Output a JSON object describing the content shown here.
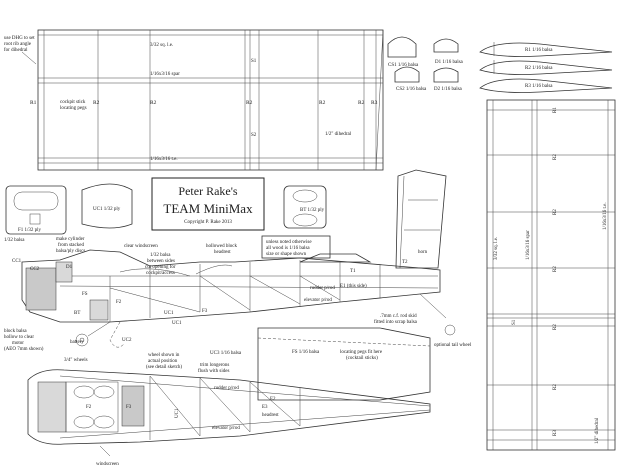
{
  "title": {
    "line1": "Peter Rake's",
    "line2": "TEAM MiniMax",
    "copyright": "Copyright P. Rake 2013"
  },
  "wing": {
    "dihedral_note_1": "use DHG to set",
    "dihedral_note_2": "root rib angle",
    "dihedral_note_3": "for dihedral",
    "le": "3/32 sq. l.e.",
    "spar": "1/16x3/16 spar",
    "te": "1/16x3/16 t.e.",
    "ribs": [
      "R1",
      "R2",
      "R2",
      "R2",
      "R2",
      "R2",
      "R3"
    ],
    "s1": "S1",
    "s2": "S2",
    "cockpit_note_1": "cockpit stick",
    "cockpit_note_2": "locating pegs",
    "dihedral": "1/2\" dihedral"
  },
  "parts": {
    "cs1": "CS1 1/16 balsa",
    "d1": "D1 1/16 balsa",
    "cs2": "CS2 1/16 balsa",
    "d2": "D2 1/16 balsa",
    "r1": "R1 1/16 balsa",
    "r2": "R2 1/16 balsa",
    "r3": "R3 1/16 balsa",
    "f1": "F1 1/32 ply",
    "uc1": "UC1 1/32 ply",
    "bt": "BT 1/32 ply"
  },
  "right_wing": {
    "le": "3/32 sq. l.e.",
    "spar": "1/16x3/16 spar",
    "te": "1/16x3/16 t.e.",
    "s1": "S1",
    "ribs": [
      "R1",
      "R2",
      "R2",
      "R2",
      "R2",
      "R2",
      "R3"
    ],
    "dihedral": "1/2\" dihedral"
  },
  "fuselage": {
    "balsa": "1/32 balsa",
    "cylinder_1": "make cylinder",
    "cylinder_2": "from stacked",
    "cylinder_3": "balsa/ply discs",
    "windscreen": "clear windscreen",
    "between_1": "1/32 balsa",
    "between_2": "between sides",
    "between_3": "cut opening for",
    "between_4": "cockpit/access",
    "hollowed_1": "hollowed block",
    "hollowed_2": "headrest",
    "unless_1": "unless noted otherwise",
    "unless_2": "all wood is 1/16 balsa",
    "unless_3": "size or shape shown",
    "horn": "horn",
    "t1": "T1",
    "t2": "T2",
    "cc1": "CC1",
    "cc2": "CC2",
    "d1": "D1",
    "fs": "FS",
    "f2": "F2",
    "f3": "F3",
    "bt": "BT",
    "uc1": "UC1",
    "uc1b": "UC1",
    "uc2": "UC2",
    "rudder_pivot": "rudder p/rod",
    "elevator_pivot": "elevator p/rod",
    "e1": "E1 (this side)",
    "block_1": "block balsa",
    "block_2": "hollow to clear",
    "block_3": "motor",
    "block_4": "(AEO 7mm shown)",
    "battery": "battery",
    "wheels": "3/4\" wheels",
    "wheel_pos_1": "wheel shown in",
    "wheel_pos_2": "actual position",
    "wheel_pos_3": "(see detail sketch)",
    "uc3": "UC3 1/16 balsa",
    "trim_1": "trim longerons",
    "trim_2": "flush with sides",
    "fs_balsa": "FS 1/16 balsa",
    "pegs_1": "locating pegs fit here",
    "pegs_2": "(cocktail sticks)",
    "skid_1": ".7mm c.f. rod skid",
    "skid_2": "fitted into scrap balsa",
    "tailwheel": "optional tail wheel"
  },
  "topview": {
    "rudder_pivot": "rudder p/rod",
    "elevator_pivot": "elevator p/rod",
    "headrest": "headrest",
    "windscreen": "windscreen",
    "e2": "E2",
    "e3": "E3",
    "f2": "F2",
    "f3": "F3",
    "uc1": "UC1"
  }
}
